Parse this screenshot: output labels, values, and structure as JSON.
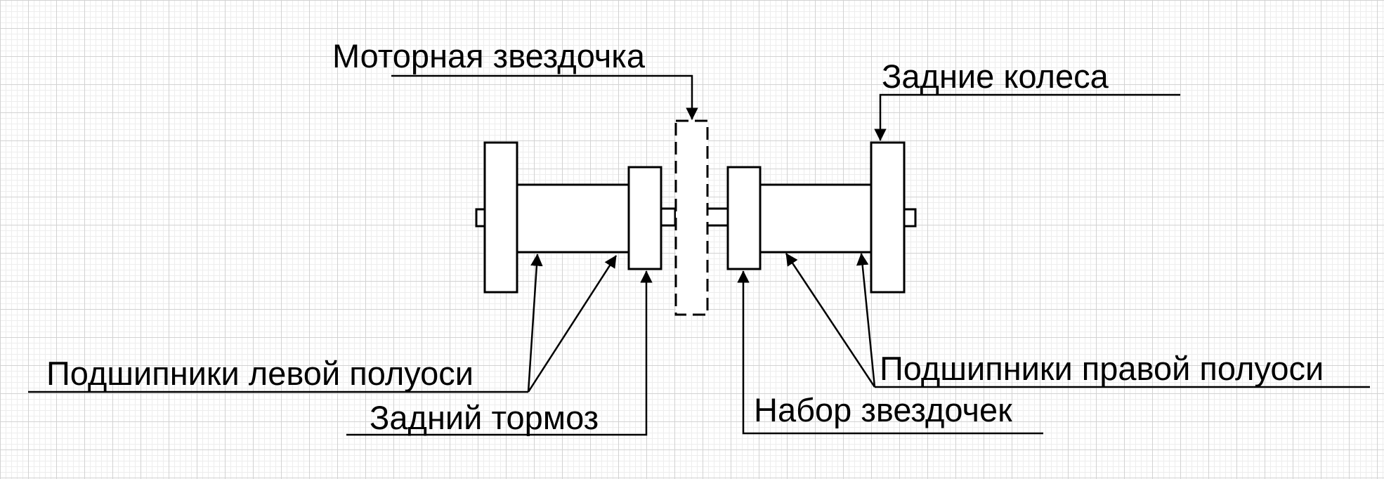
{
  "labels": {
    "motor_sprocket": "Моторная звездочка",
    "rear_wheels": "Задние колеса",
    "left_axle_bearings": "Подшипники левой полуоси",
    "rear_brake": "Задний тормоз",
    "right_axle_bearings": "Подшипники правой полуоси",
    "sprocket_set": "Набор звездочек"
  },
  "colors": {
    "line": "#000000",
    "fill": "#ffffff",
    "grid": "#d2d2d2"
  }
}
